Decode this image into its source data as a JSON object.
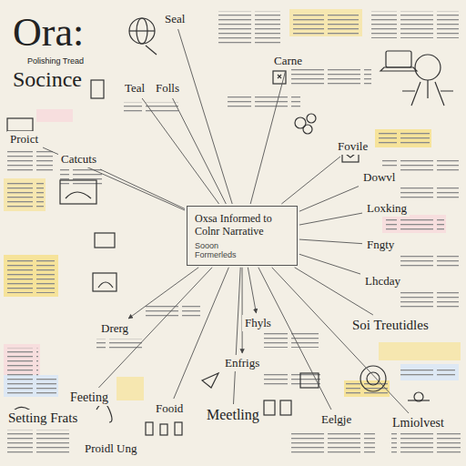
{
  "diagram": {
    "title": "Ora:",
    "nodes": [
      {
        "text": [
          "Oxsa Informed to Colnr Narrative",
          "Sooon",
          "Formerleds"
        ]
      },
      {
        "text": [
          "Seal"
        ]
      },
      {
        "text": [
          "Teal"
        ]
      },
      {
        "text": [
          "Folls"
        ]
      },
      {
        "text": [
          "Carne"
        ]
      },
      {
        "text": [
          "Proict"
        ]
      },
      {
        "text": [
          "Catcuts"
        ]
      },
      {
        "text": [
          "Fovile"
        ]
      },
      {
        "text": [
          "Dowvl"
        ]
      },
      {
        "text": [
          "Loxking"
        ]
      },
      {
        "text": [
          "Fngty"
        ]
      },
      {
        "text": [
          "Lhcday"
        ]
      },
      {
        "text": [
          "Soi Treutidles"
        ]
      },
      {
        "text": [
          "Drerg"
        ]
      },
      {
        "text": [
          "Fhyls"
        ]
      },
      {
        "text": [
          "Enfrigs"
        ]
      },
      {
        "text": [
          "Feeting"
        ]
      },
      {
        "text": [
          "Fooid"
        ]
      },
      {
        "text": [
          "Meetling"
        ]
      },
      {
        "text": [
          "Eelgje"
        ]
      },
      {
        "text": [
          "Lmiolvest"
        ]
      },
      {
        "text": [
          "Setting Frats"
        ]
      },
      {
        "text": [
          "Proidl Ung"
        ]
      }
    ],
    "edges": [
      {
        "from": 0,
        "to": 1,
        "arrow": "none"
      },
      {
        "from": 0,
        "to": 2,
        "arrow": "none"
      },
      {
        "from": 0,
        "to": 3,
        "arrow": "none"
      },
      {
        "from": 0,
        "to": 4,
        "arrow": "none"
      },
      {
        "from": 0,
        "to": 5,
        "arrow": "none"
      },
      {
        "from": 0,
        "to": 6,
        "arrow": "none"
      },
      {
        "from": 0,
        "to": 7,
        "arrow": "none"
      },
      {
        "from": 0,
        "to": 8,
        "arrow": "none"
      },
      {
        "from": 0,
        "to": 9,
        "arrow": "none"
      },
      {
        "from": 0,
        "to": 10,
        "arrow": "none"
      },
      {
        "from": 0,
        "to": 11,
        "arrow": "none"
      },
      {
        "from": 0,
        "to": 12,
        "arrow": "none"
      },
      {
        "from": 0,
        "to": 13,
        "arrow": "to"
      },
      {
        "from": 0,
        "to": 14,
        "arrow": "to"
      },
      {
        "from": 0,
        "to": 15,
        "arrow": "to"
      },
      {
        "from": 0,
        "to": 16,
        "arrow": "none"
      },
      {
        "from": 0,
        "to": 17,
        "arrow": "none"
      },
      {
        "from": 0,
        "to": 18,
        "arrow": "none"
      },
      {
        "from": 0,
        "to": 19,
        "arrow": "none"
      },
      {
        "from": 0,
        "to": 20,
        "arrow": "none"
      }
    ],
    "labels": [
      "Polishing Tread",
      "Socince"
    ]
  }
}
